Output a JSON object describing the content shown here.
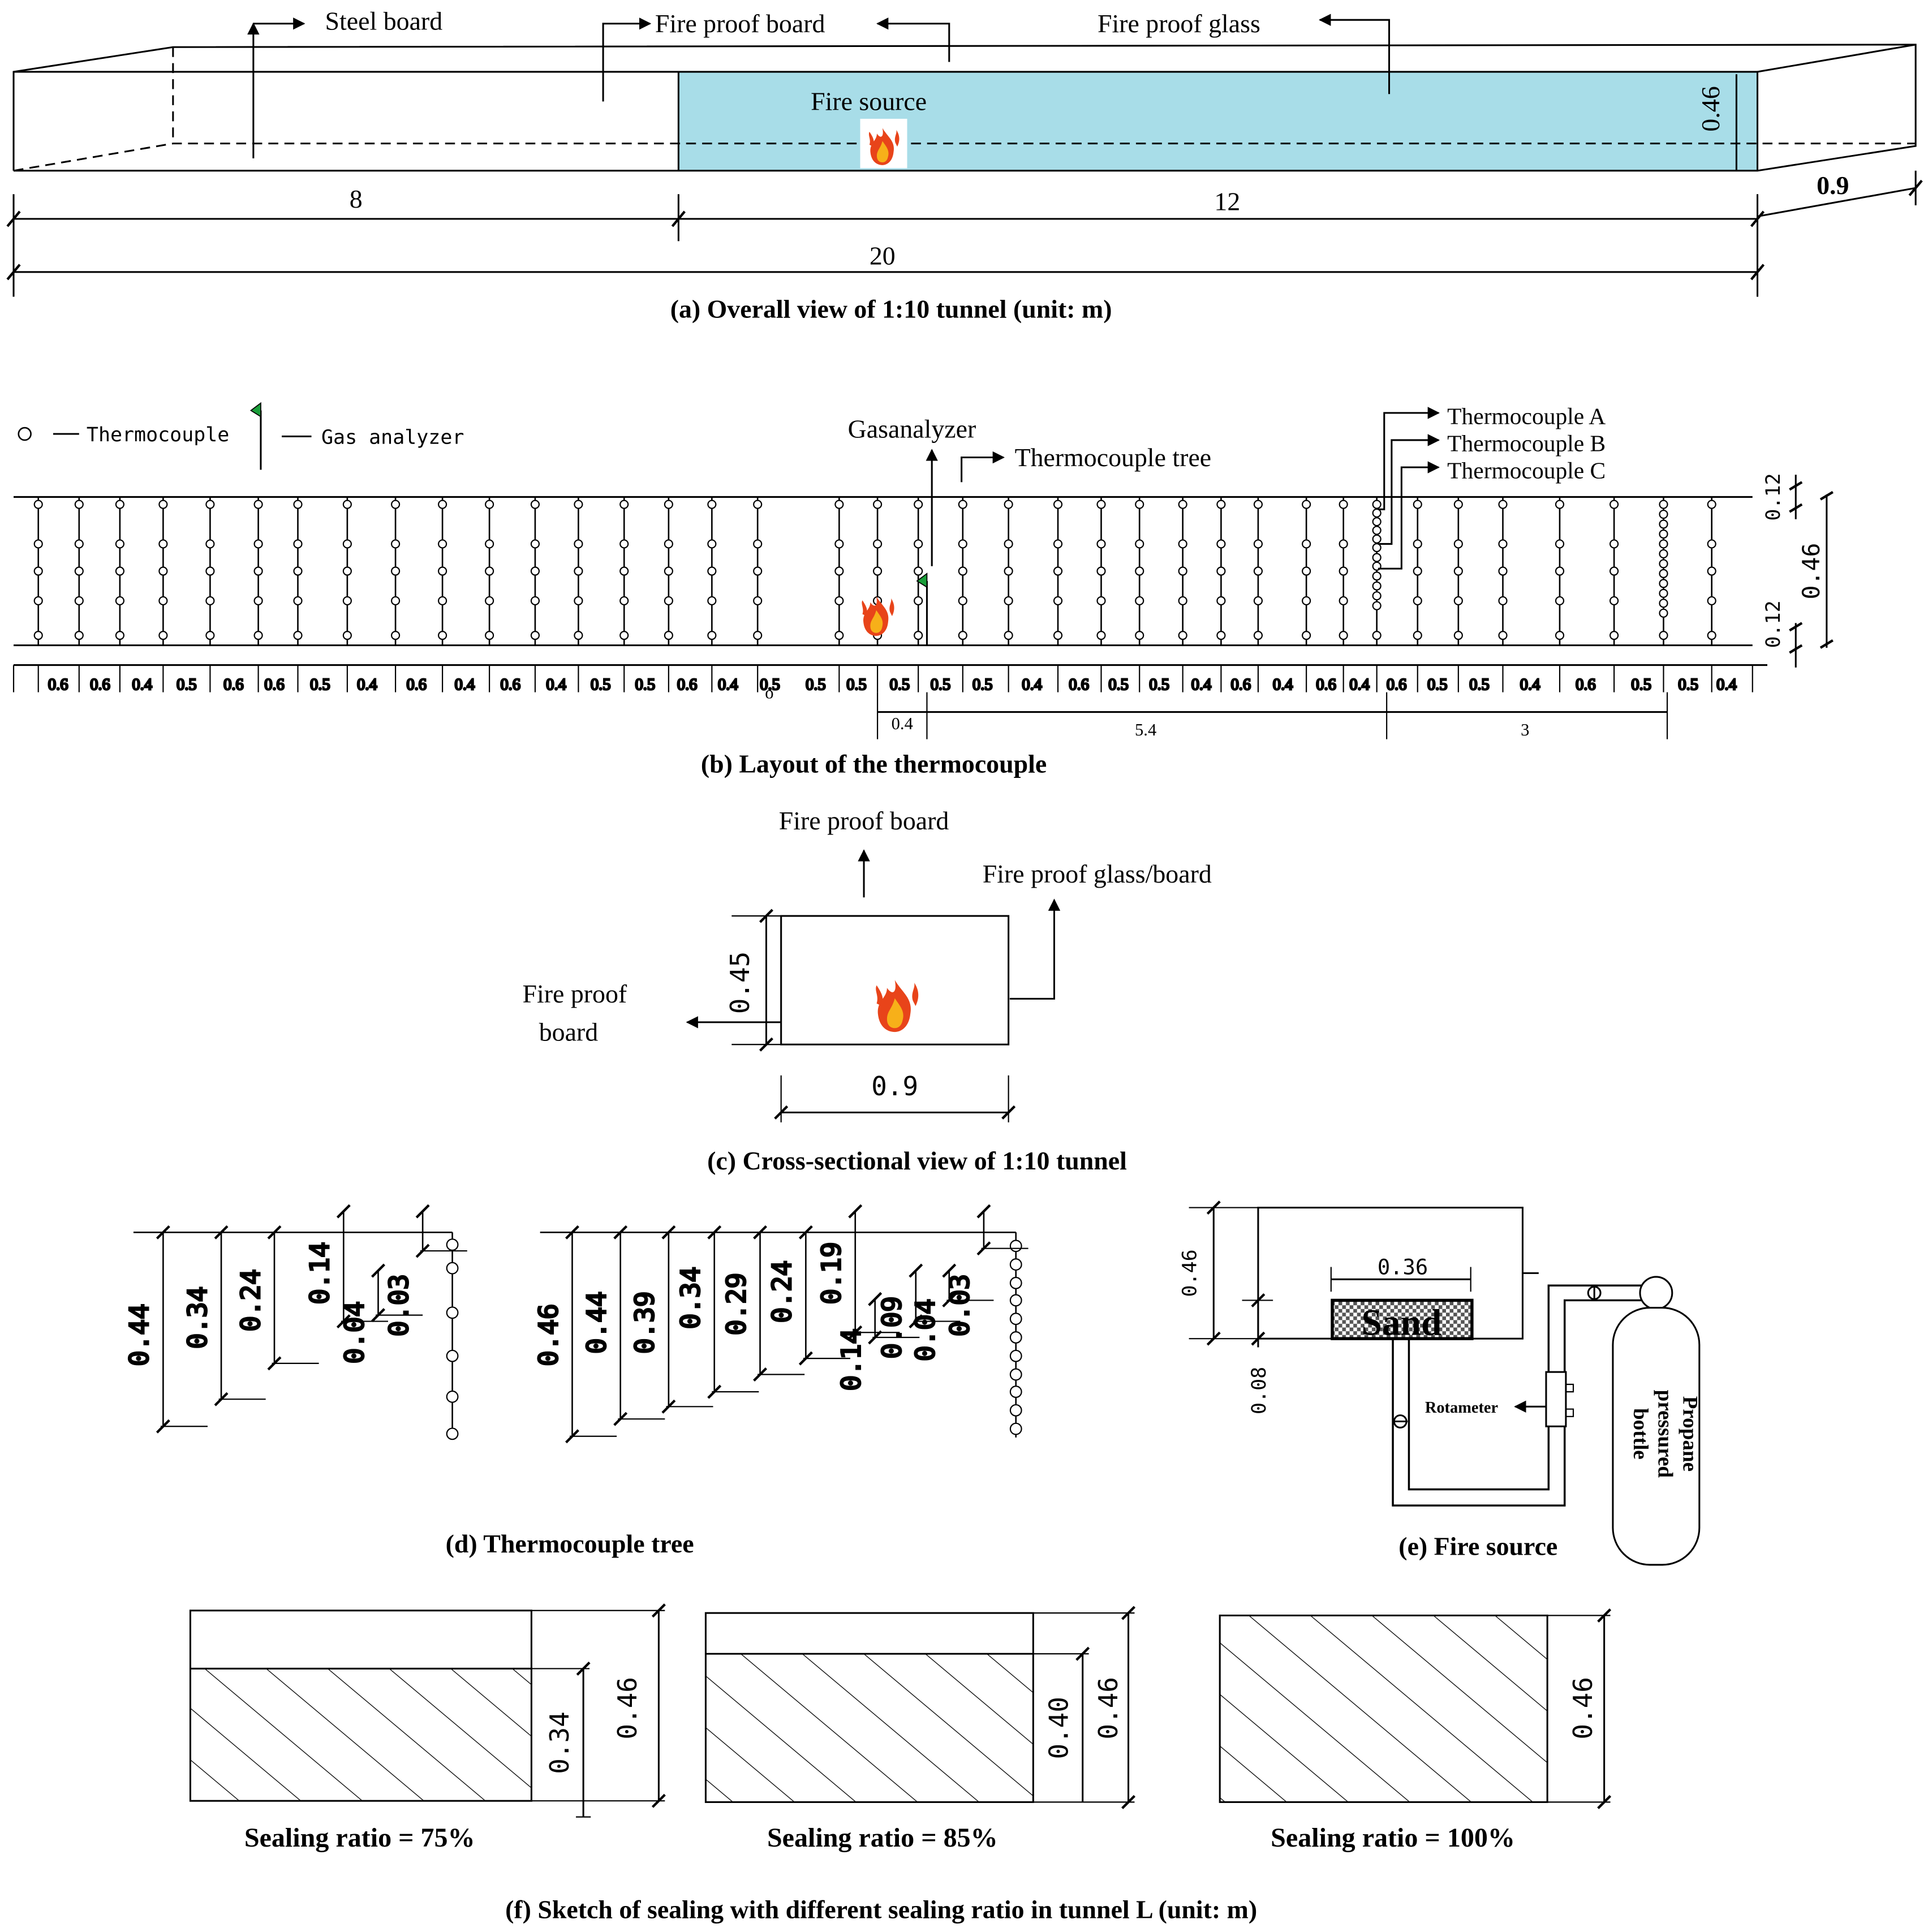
{
  "panel_a": {
    "steel_board": "Steel board",
    "fire_proof_board": "Fire proof board",
    "fire_proof_glass": "Fire proof glass",
    "fire_source": "Fire source",
    "height": "0.46",
    "width": "0.9",
    "len_8": "8",
    "len_12": "12",
    "len_20": "20",
    "caption": "(a) Overall view of 1:10 tunnel (unit: m)",
    "glass_color": "#a8dde8"
  },
  "panel_b": {
    "legend_thermocouple": "Thermocouple",
    "legend_gas": "Gas analyzer",
    "gasanalyzer": "Gasanalyzer",
    "thermocouple_tree": "Thermocouple tree",
    "tc_a": "Thermocouple A",
    "tc_b": "Thermocouple B",
    "tc_c": "Thermocouple C",
    "dim_012_top": "0.12",
    "dim_046": "0.46",
    "dim_012_bot": "0.12",
    "spacings": [
      "0.6",
      "0.6",
      "0.4",
      "0.5",
      "0.6",
      "0.6",
      "0.5",
      "0.4",
      "0.6",
      "0.4",
      "0.6",
      "0.4",
      "0.5",
      "0.5",
      "0.6",
      "0.4",
      "0.5",
      "0.5",
      "0.5",
      "0.5",
      "0.5",
      "0.5",
      "0.4",
      "0.6",
      "0.5",
      "0.5",
      "0.4",
      "0.6",
      "0.4",
      "0.6",
      "0.4",
      "0.6",
      "0.5",
      "0.5",
      "0.4",
      "0.6",
      "0.5",
      "0.5",
      "0.4"
    ],
    "stray_o": "o",
    "dim_04": "0.4",
    "dim_54": "5.4",
    "dim_3": "3",
    "flag_color": "#1a9e3a",
    "caption": "(b) Layout of the thermocouple"
  },
  "panel_c": {
    "top_label": "Fire proof board",
    "right_label": "Fire proof glass/board",
    "left_label_1": "Fire proof",
    "left_label_2": "board",
    "height": "0.45",
    "width": "0.9",
    "caption": "(c) Cross-sectional view of 1:10 tunnel"
  },
  "panel_d": {
    "tree1": [
      "0.44",
      "0.34",
      "0.24",
      "0.14",
      "0.04",
      "0.03"
    ],
    "tree2": [
      "0.46",
      "0.44",
      "0.39",
      "0.34",
      "0.29",
      "0.24",
      "0.19",
      "0.14",
      "0.09",
      "0.04",
      "0.03"
    ],
    "caption": "(d) Thermocouple tree"
  },
  "panel_e": {
    "height": "0.46",
    "sand_width": "0.36",
    "sand_height": "0.08",
    "sand": "Sand",
    "rotameter": "Rotameter",
    "bottle_1": "Propane",
    "bottle_2": "pressured",
    "bottle_3": "bottle",
    "caption": "(e) Fire source"
  },
  "panel_f": {
    "box1_seal": "0.34",
    "box1_total": "0.46",
    "box1_label": "Sealing ratio = 75%",
    "box2_seal": "0.40",
    "box2_total": "0.46",
    "box2_label": "Sealing ratio = 85%",
    "box3_total": "0.46",
    "box3_label": "Sealing ratio = 100%",
    "caption": "(f) Sketch of sealing with different sealing ratio in tunnel L (unit: m)"
  }
}
